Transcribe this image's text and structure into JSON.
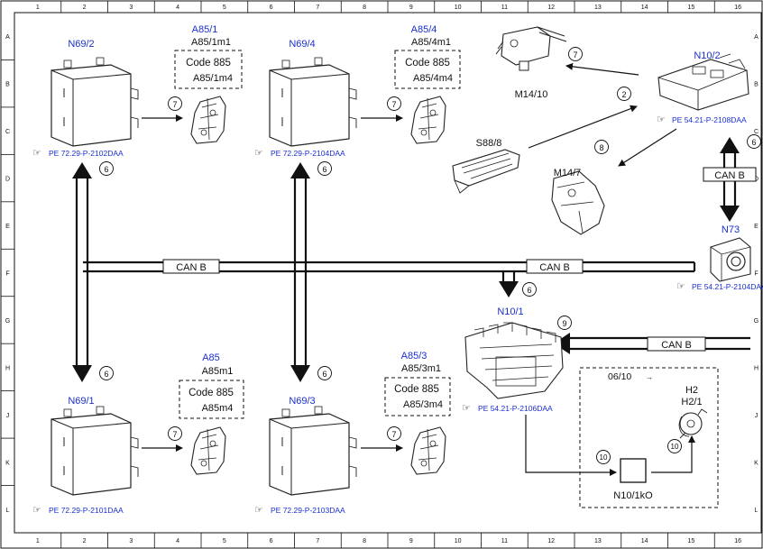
{
  "grid": {
    "columns": [
      "1",
      "2",
      "3",
      "4",
      "5",
      "6",
      "7",
      "8",
      "9",
      "10",
      "11",
      "12",
      "13",
      "14",
      "15",
      "16"
    ],
    "rows": [
      "A",
      "B",
      "C",
      "D",
      "E",
      "F",
      "G",
      "H",
      "J",
      "K",
      "L"
    ]
  },
  "colors": {
    "blue_label": "#1a2fd0",
    "line": "#111111"
  },
  "components": {
    "n69_2": "N69/2",
    "n69_4": "N69/4",
    "n69_1": "N69/1",
    "n69_3": "N69/3",
    "a85_1": "A85/1",
    "a85_1m1": "A85/1m1",
    "a85_1m4": "A85/1m4",
    "a85_4": "A85/4",
    "a85_4m1": "A85/4m1",
    "a85_4m4": "A85/4m4",
    "a85": "A85",
    "a85m1": "A85m1",
    "a85m4": "A85m4",
    "a85_3": "A85/3",
    "a85_3m1": "A85/3m1",
    "a85_3m4": "A85/3m4",
    "n10_2": "N10/2",
    "n10_1": "N10/1",
    "n73": "N73",
    "m14_10": "M14/10",
    "m14_7": "M14/7",
    "s88_8": "S88/8",
    "h2": "H2",
    "h2_1": "H2/1",
    "n10_1ko": "N10/1kO"
  },
  "code_labels": {
    "a85_1": "Code 885",
    "a85_4": "Code 885",
    "a85": "Code 885",
    "a85_3": "Code 885"
  },
  "dashed_box_label": "06/10",
  "refs": {
    "n69_2": "PE 72.29-P-2102DAA",
    "n69_4": "PE 72.29-P-2104DAA",
    "n69_1": "PE 72.29-P-2101DAA",
    "n69_3": "PE 72.29-P-2103DAA",
    "n10_2": "PE 54.21-P-2108DAA",
    "n73": "PE 54.21-P-2104DAA",
    "n10_1": "PE 54.21-P-2106DAA"
  },
  "bus": {
    "can_b": "CAN B"
  },
  "markers": [
    "6",
    "7",
    "2",
    "8",
    "9",
    "10"
  ]
}
